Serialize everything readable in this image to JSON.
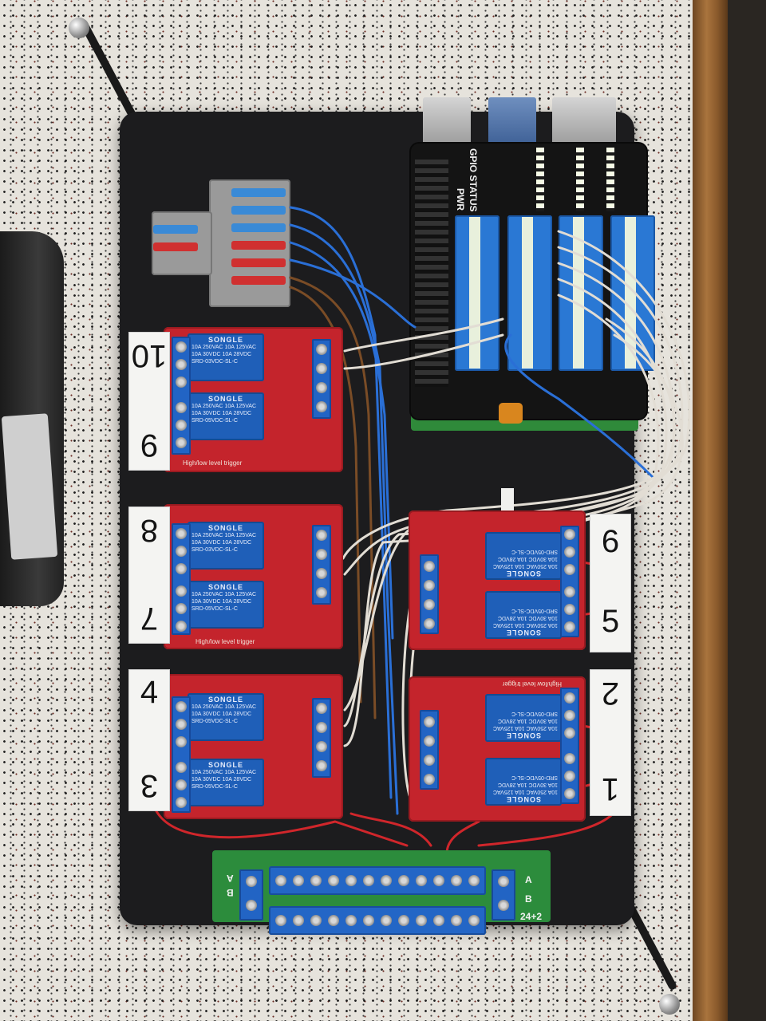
{
  "relay": {
    "brand": "SONGLE",
    "rating_ac": "10A 250VAC 10A 125VAC",
    "rating_dc": "10A 30VDC 10A 28VDC",
    "model_a": "SRD-05VDC-SL-C",
    "model_b": "SRD-03VDC-SL-C"
  },
  "module_trigger_label": "High/low level trigger",
  "slot_numbers": {
    "n1": "1",
    "n2": "2",
    "n3": "3",
    "n4": "4",
    "n5": "5",
    "n6": "6",
    "n7": "7",
    "n8": "8",
    "n9": "9",
    "n10": "10"
  },
  "hat": {
    "pwr": "PWR",
    "status": "GPIO STATUS"
  },
  "bus": {
    "a": "A",
    "b": "B",
    "count": "24+2"
  },
  "colors": {
    "board": "#1c1c1e",
    "relay_module": "#c4242c",
    "terminal_blue": "#2264c4",
    "wire_red": "#d0262b",
    "wire_blue": "#2a6fd6",
    "wire_white": "#e2ddd4",
    "wire_brown": "#7a4c26",
    "pcb_green": "#2c8c3c",
    "wood": "#a9743d"
  }
}
